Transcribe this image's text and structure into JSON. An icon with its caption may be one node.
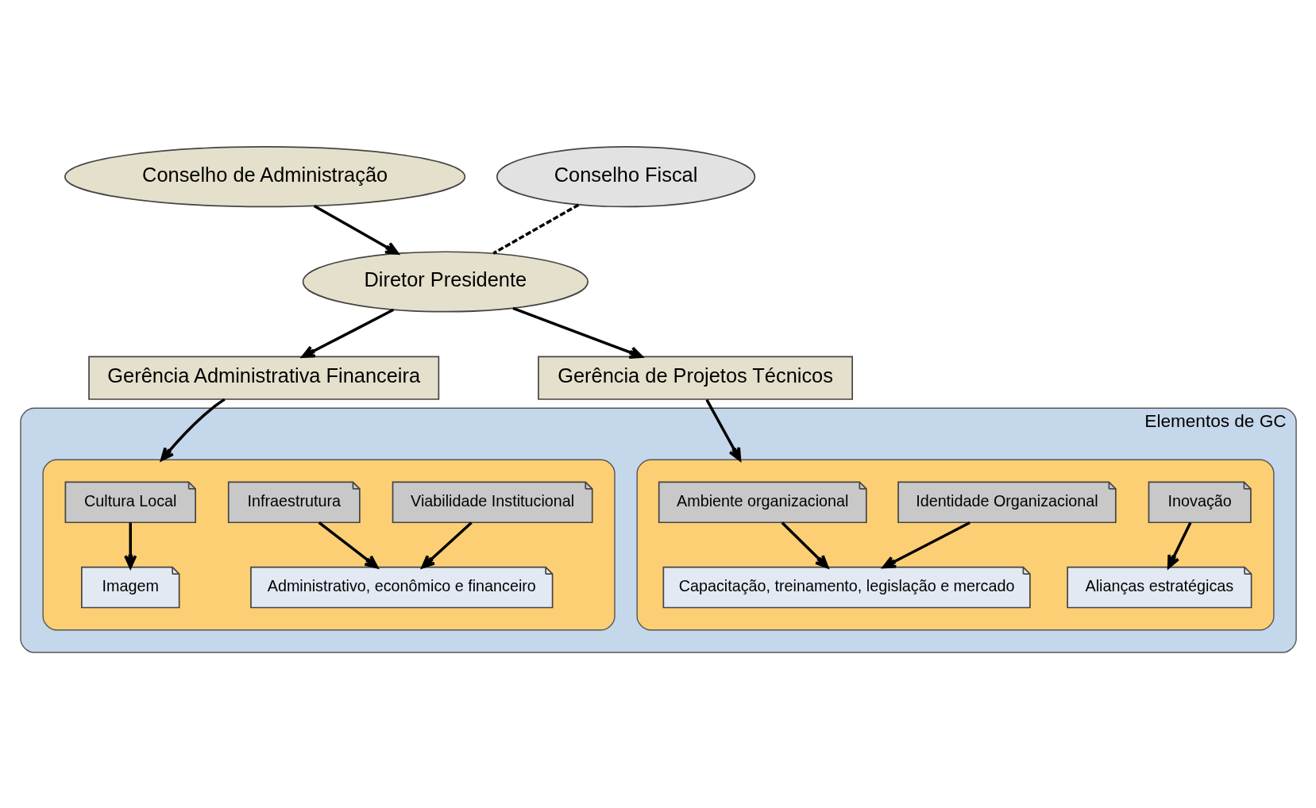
{
  "diagram": {
    "nodes": [
      {
        "text": [
          "Conselho de Administração"
        ]
      },
      {
        "text": [
          "Conselho Fiscal"
        ]
      },
      {
        "text": [
          "Diretor Presidente"
        ]
      },
      {
        "text": [
          "Gerência Administrativa Financeira"
        ]
      },
      {
        "text": [
          "Gerência de Projetos Técnicos"
        ]
      },
      {
        "text": [
          "Elementos de GC"
        ]
      },
      {
        "text": [],
        "shape": "ellipse",
        "in": 5
      },
      {
        "text": [
          "Viabilidade Institucional"
        ],
        "in": 6
      },
      {
        "text": [
          "Infraestrutura"
        ],
        "in": 6
      },
      {
        "text": [
          "Cultura Local"
        ],
        "in": 6
      },
      {
        "text": [
          "Administrativo, econômico e financeiro"
        ],
        "in": 6
      },
      {
        "text": [
          "Imagem"
        ],
        "in": 6
      },
      {
        "text": [],
        "shape": "ellipse",
        "in": 5
      },
      {
        "text": [
          "Inovação"
        ],
        "in": 12
      },
      {
        "text": [
          "Identidade Organizacional"
        ],
        "in": 12
      },
      {
        "text": [
          "Ambiente organizacional"
        ],
        "in": 12
      },
      {
        "text": [
          "Alianças estratégicas"
        ],
        "in": 12
      },
      {
        "text": [
          "Capacitação, treinamento, legislação e mercado"
        ],
        "in": 12
      }
    ],
    "edges": [
      {
        "from": 0,
        "to": 2,
        "arrow": "to"
      },
      {
        "from": 1,
        "to": 2,
        "arrow": "none",
        "style": "dashed"
      },
      {
        "from": 2,
        "to": 3,
        "arrow": "to"
      },
      {
        "from": 2,
        "to": 4,
        "arrow": "to"
      },
      {
        "from": 3,
        "to": 6,
        "arrow": "to"
      },
      {
        "from": 4,
        "to": 12,
        "arrow": "to"
      },
      {
        "from": 7,
        "to": 10,
        "arrow": "to"
      },
      {
        "from": 8,
        "to": 10,
        "arrow": "to"
      },
      {
        "from": 9,
        "to": 11,
        "arrow": "to"
      },
      {
        "from": 13,
        "to": 16,
        "arrow": "to"
      },
      {
        "from": 14,
        "to": 17,
        "arrow": "to"
      },
      {
        "from": 15,
        "to": 17,
        "arrow": "to"
      }
    ]
  }
}
